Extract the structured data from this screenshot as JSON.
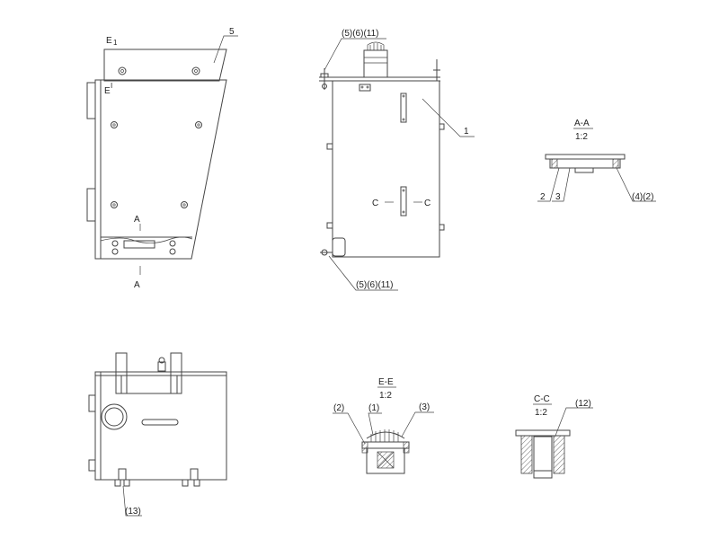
{
  "drawing": {
    "view_front": {
      "label_e_top": "E",
      "label_e_sub": "1",
      "label_e_mid": "E",
      "label_e_mid_sub": "I",
      "callout_5": "5",
      "section_a_top": "A",
      "section_a_bottom": "A"
    },
    "view_side": {
      "callout_top": "(5)(6)(11)",
      "callout_1": "1",
      "section_c_left": "C",
      "section_c_right": "C",
      "callout_bottom": "(5)(6)(11)"
    },
    "detail_aa": {
      "title": "A-A",
      "scale": "1:2",
      "callout_2": "2",
      "callout_3": "3",
      "callout_42": "(4)(2)"
    },
    "view_bottom": {
      "callout_13": "(13)"
    },
    "detail_ee": {
      "title": "E-E",
      "scale": "1:2",
      "callout_2": "(2)",
      "callout_1": "(1)",
      "callout_3": "(3)"
    },
    "detail_cc": {
      "title": "C-C",
      "scale": "1:2",
      "callout_12": "(12)"
    }
  }
}
